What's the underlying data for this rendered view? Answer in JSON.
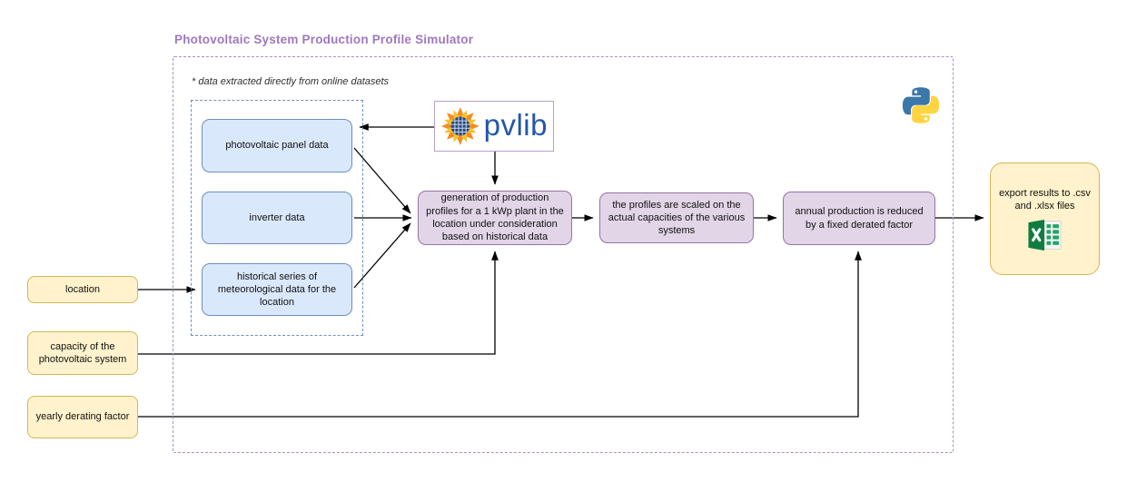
{
  "diagram": {
    "title": "Photovoltaic System Production Profile Simulator",
    "note": "* data extracted directly from online datasets",
    "datasets": {
      "items": [
        {
          "label": "photovoltaic panel data"
        },
        {
          "label": "inverter data"
        },
        {
          "label": "historical series of meteorological data for the location"
        }
      ]
    },
    "inputs": {
      "items": [
        {
          "label": "location"
        },
        {
          "label": "capacity of the photovoltaic system"
        },
        {
          "label": "yearly derating factor"
        }
      ]
    },
    "processes": {
      "items": [
        {
          "label": "generation of production profiles for a 1 kWp plant in the location under consideration based on historical data"
        },
        {
          "label": "the profiles are scaled on the actual capacities of the various systems"
        },
        {
          "label": "annual production is reduced by a fixed derated factor"
        }
      ]
    },
    "output": {
      "label": "export results to .csv and .xlsx files"
    },
    "logos": {
      "pvlib_text": "pvlib",
      "pvlib_icon": "sun-solar-panel-icon",
      "python_icon": "python-logo-icon",
      "excel_icon": "excel-logo-icon"
    },
    "colors": {
      "title": "#9e78be",
      "outer_frame_dash": "#a98fc4",
      "inner_frame_dash": "#6f8fc0",
      "dataset_fill": "#dae8fc",
      "dataset_stroke": "#6c8ebf",
      "process_fill": "#e1d5e7",
      "process_stroke": "#9673a6",
      "io_fill": "#fff2cc",
      "io_stroke": "#d6b656",
      "pvlib_blue": "#2456a8",
      "python_blue": "#3b77a8",
      "python_yellow": "#ffd440",
      "excel_green": "#107c41",
      "arrow": "#000000"
    }
  }
}
